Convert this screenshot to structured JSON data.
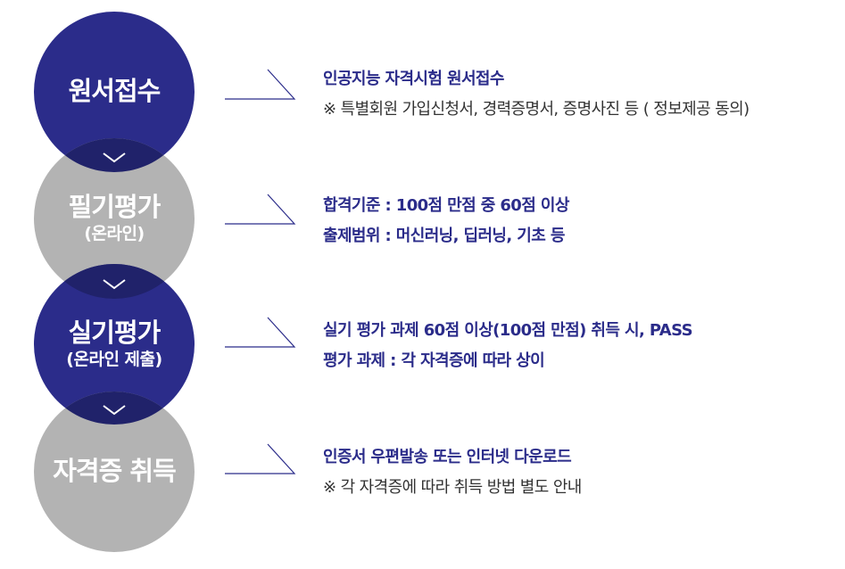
{
  "steps": [
    {
      "title": "원서접수",
      "subtitle": "",
      "color": "#2b2c8a",
      "lines": [
        "인공지능 자격시험 원서접수",
        "※ 특별회원 가입신청서, 경력증명서,  증명사진 등 ( 정보제공 동의)"
      ]
    },
    {
      "title": "필기평가",
      "subtitle": "(온라인)",
      "color": "#b3b3b3",
      "lines": [
        "합격기준 : 100점 만점 중 60점 이상",
        "출제범위 : 머신러닝, 딥러닝, 기초 등"
      ]
    },
    {
      "title": "실기평가",
      "subtitle": "(온라인 제출)",
      "color": "#2b2c8a",
      "lines": [
        "실기 평가 과제 60점 이상(100점 만점) 취득 시, PASS",
        "평가 과제 : 각 자격증에 따라 상이"
      ]
    },
    {
      "title": "자격증 취득",
      "subtitle": "",
      "color": "#b3b3b3",
      "lines": [
        "인증서 우편발송 또는 인터넷 다운로드",
        "※ 각 자격증에 따라 취득 방법 별도 안내"
      ]
    }
  ],
  "icons": {
    "connector": "chevron-down-icon",
    "pointer": "arrow-pointer-icon"
  },
  "colors": {
    "navy": "#2b2c8a",
    "overlap": "#20226a",
    "gray": "#b3b3b3",
    "text_accent": "#2b2c8a",
    "text_note": "#333333"
  }
}
